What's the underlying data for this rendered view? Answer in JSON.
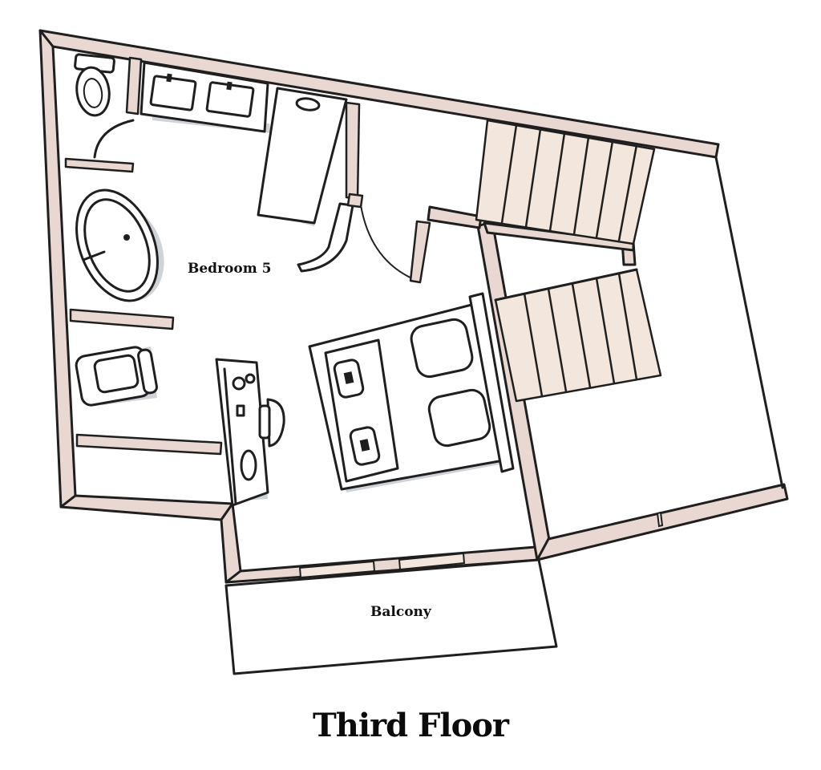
{
  "title": "Third Floor",
  "rooms": {
    "bedroom": "Bedroom 5",
    "balcony": "Balcony"
  },
  "colors": {
    "wall_fill": "#e9d8d2",
    "stair_fill": "#f3e6dc",
    "furniture_shadow": "#cfd3d8",
    "outline": "#1f1f1f"
  },
  "icons": [
    "toilet-icon",
    "double-sink-icon",
    "bathtub-icon",
    "shower-icon",
    "armchair-icon",
    "desk-icon",
    "chair-icon",
    "double-bed-icon",
    "staircase-icon",
    "door-swing-icon"
  ]
}
